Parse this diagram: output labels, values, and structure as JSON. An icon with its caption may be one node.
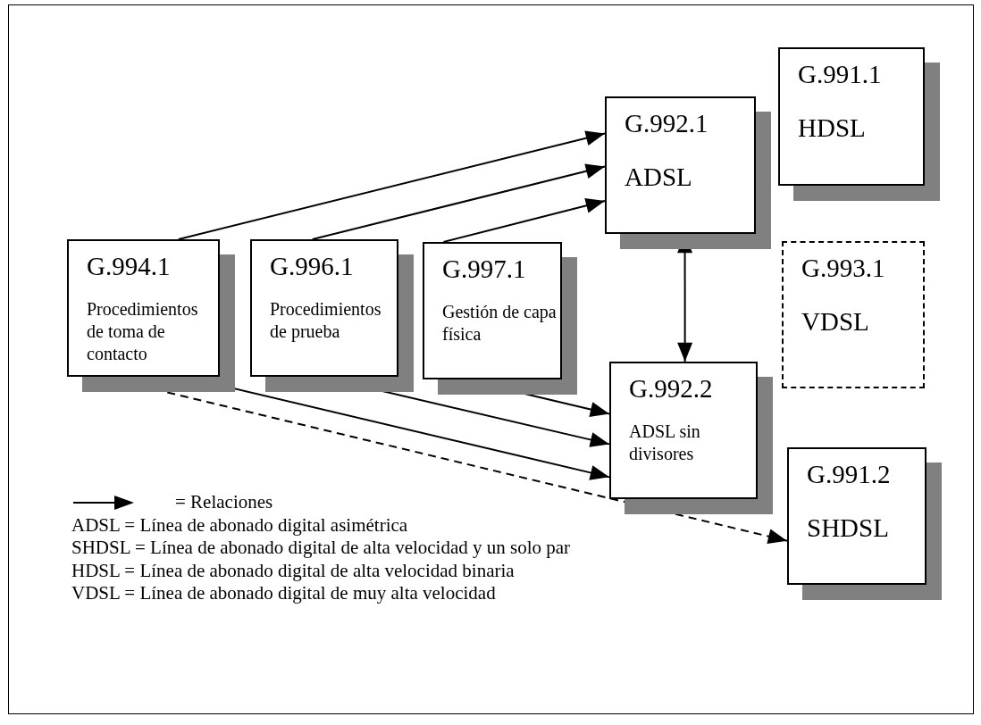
{
  "diagram": {
    "nodes": [
      {
        "text": [
          "G.992.1",
          "ADSL"
        ]
      },
      {
        "text": [
          "G.991.1",
          "HDSL"
        ]
      },
      {
        "text": [
          "G.994.1",
          "Procedimientos de toma de contacto"
        ]
      },
      {
        "text": [
          "G.996.1",
          "Procedimientos de prueba"
        ]
      },
      {
        "text": [
          "G.997.1",
          "Gestión de capa física"
        ]
      },
      {
        "text": [
          "G.993.1",
          "VDSL"
        ]
      },
      {
        "text": [
          "G.992.2",
          "ADSL sin divisores"
        ]
      },
      {
        "text": [
          "G.991.2",
          "SHDSL"
        ]
      }
    ],
    "edges": [
      {
        "from": 2,
        "to": 0,
        "arrow": "to"
      },
      {
        "from": 3,
        "to": 0,
        "arrow": "to"
      },
      {
        "from": 4,
        "to": 0,
        "arrow": "to"
      },
      {
        "from": 0,
        "to": 6,
        "arrow": "both"
      },
      {
        "from": 2,
        "to": 6,
        "arrow": "to"
      },
      {
        "from": 3,
        "to": 6,
        "arrow": "to"
      },
      {
        "from": 4,
        "to": 6,
        "arrow": "to"
      },
      {
        "from": 2,
        "to": 7,
        "arrow": "both",
        "style": "dashed"
      }
    ],
    "labels": [
      "ADSL = Línea de abonado digital asimétrica",
      "SHDSL = Línea de abonado digital de alta velocidad y un solo par",
      "HDSL = Línea de abonado digital de alta velocidad binaria",
      "VDSL = Línea de abonado digital de muy alta velocidad"
    ],
    "legend": [
      {
        "text": "= Relaciones"
      }
    ]
  }
}
